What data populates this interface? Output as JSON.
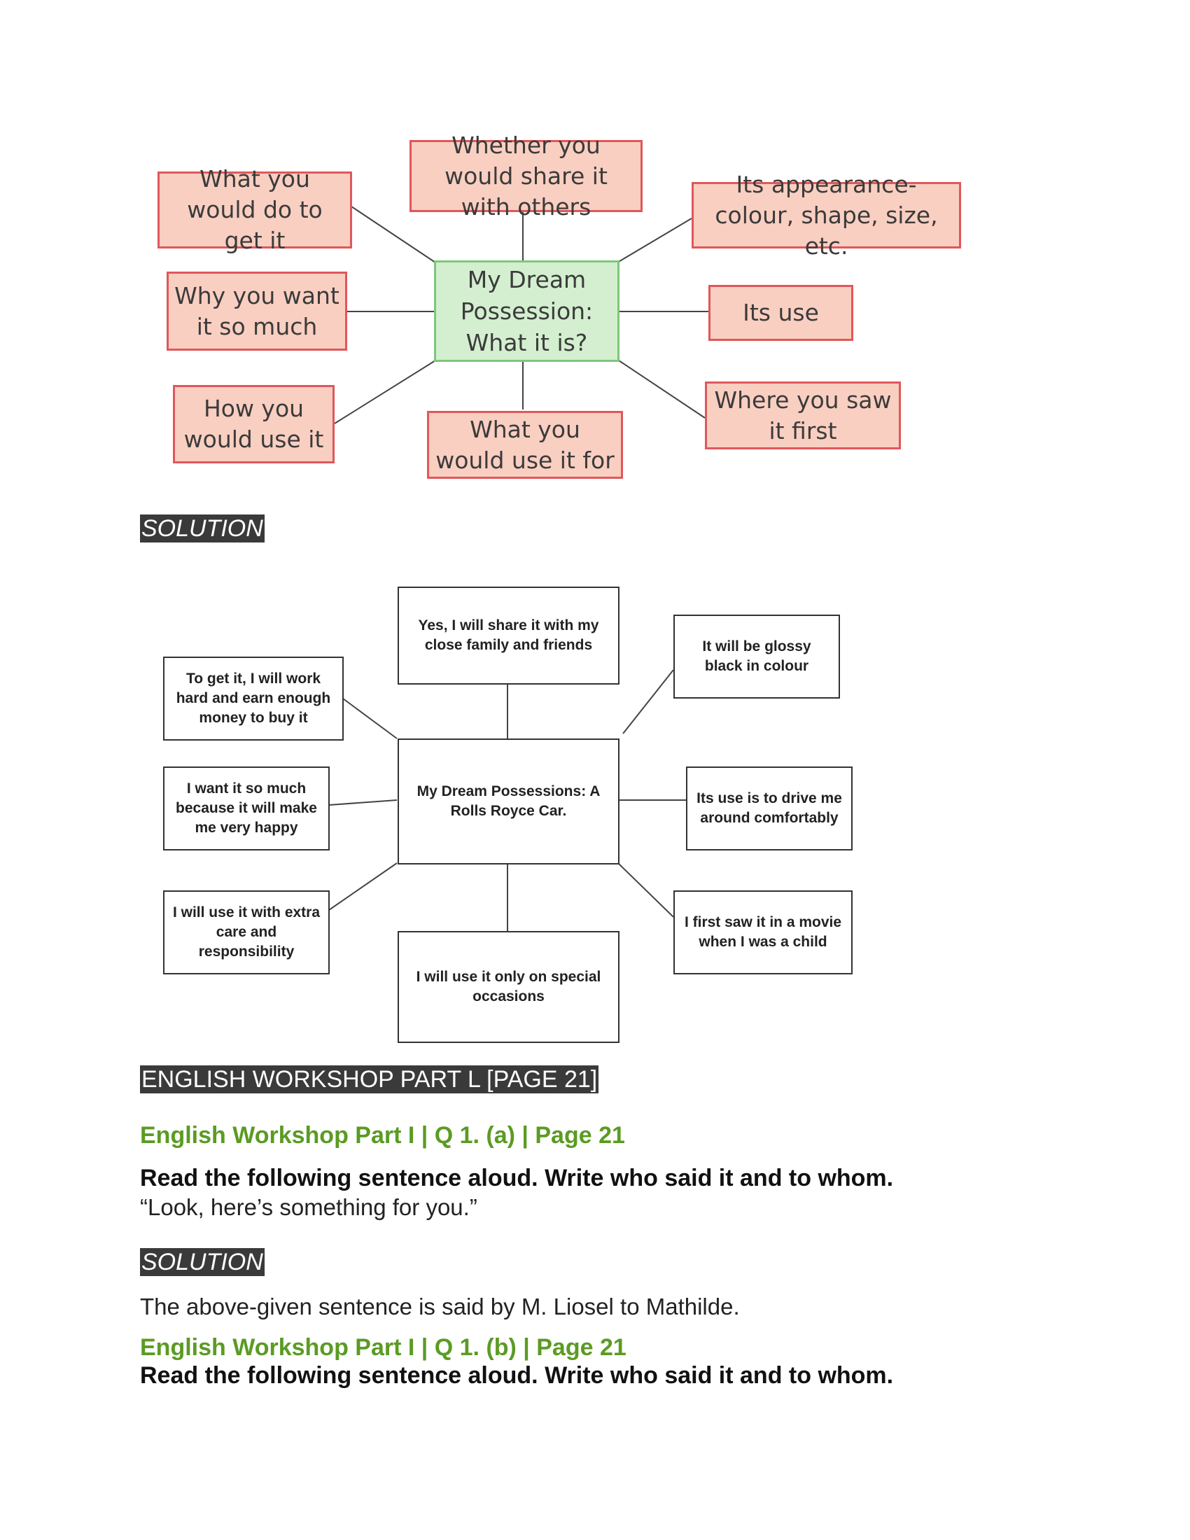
{
  "top_diagram": {
    "center": "My Dream Possession: What it is?",
    "nodes": {
      "do_to_get": "What you would do to get it",
      "share": "Whether you would share it with others",
      "appearance": "Its appearance- colour, shape, size, etc.",
      "why": "Why you want it so much",
      "use": "Its use",
      "how_use": "How you would use it",
      "use_for": "What you would use it for",
      "where_saw": "Where you saw it first"
    }
  },
  "solution_label_1": "SOLUTION",
  "solution_diagram": {
    "center": "My Dream Possessions: A Rolls Royce Car.",
    "nodes": {
      "share": "Yes, I will share it with my close family and friends",
      "get": "To get it, I will work hard and earn enough money to buy it",
      "colour": "It will be glossy black in colour",
      "why": "I want it so much because it will make me very happy",
      "use": "Its use is to drive me around comfortably",
      "care": "I will use it with extra care and responsibility",
      "first_saw": "I first saw it in a movie when I was a child",
      "occasions": "I will use it only on special occasions"
    }
  },
  "workshop_label": "ENGLISH WORKSHOP PART L [PAGE 21]",
  "q1a": {
    "heading": "English Workshop Part I | Q 1. (a) | Page 21",
    "instruction": "Read the following sentence aloud. Write who said it and to whom.",
    "sentence": "“Look, here’s something for you.”"
  },
  "solution_label_2": "SOLUTION",
  "answer_1a": "The above-given sentence is said by M. Liosel to Mathilde.",
  "q1b": {
    "heading": "English Workshop Part I | Q 1. (b) | Page 21",
    "instruction": "Read the following sentence aloud. Write who said it and to whom."
  }
}
